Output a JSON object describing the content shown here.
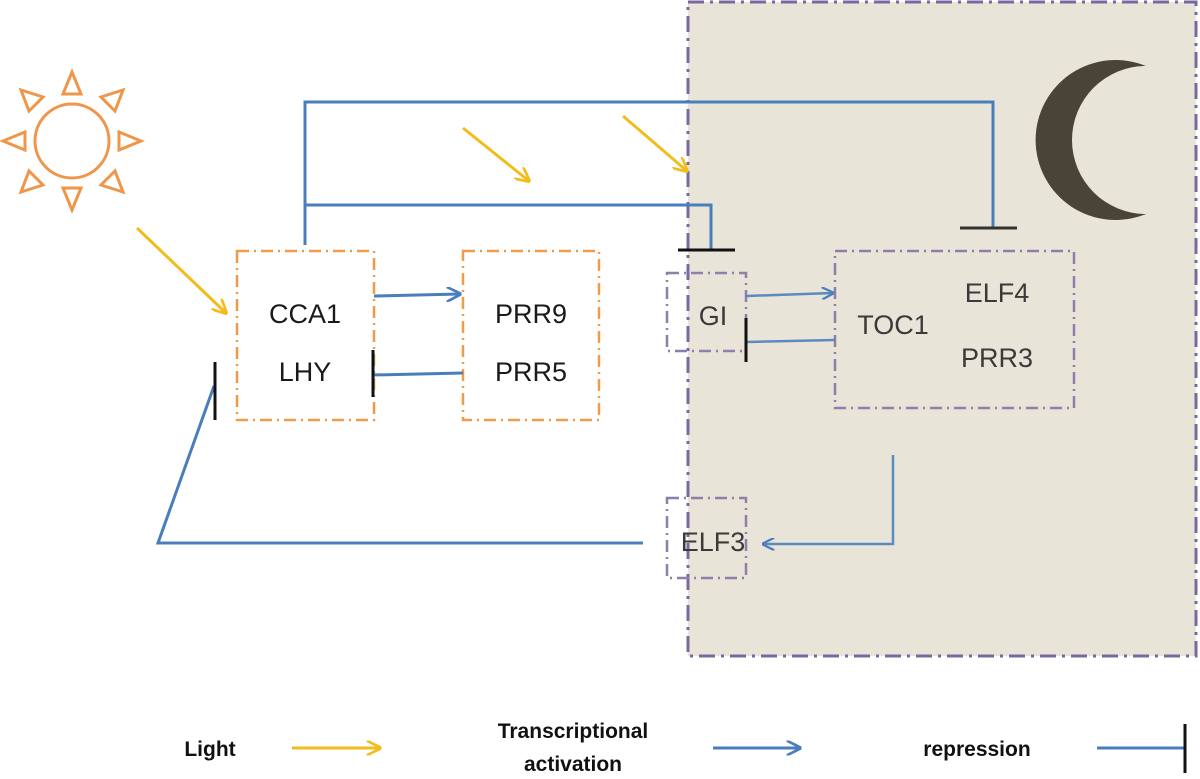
{
  "colors": {
    "light": "#F2BC1B",
    "activation": "#4A7EBB",
    "repression": "#4A7EBB",
    "repression_bar": "#111111",
    "night_panel": "#E9E4D8",
    "night_border": "#7A68A0",
    "day_box_border": "#F09A4A",
    "night_box_border": "#8E7FA8",
    "sun": "#F0964A",
    "moon": "#4A4436"
  },
  "nodes": {
    "cca1": "CCA1",
    "lhy": "LHY",
    "prr9": "PRR9",
    "prr5": "PRR5",
    "gi": "GI",
    "toc1": "TOC1",
    "elf4": "ELF4",
    "prr3": "PRR3",
    "elf3": "ELF3"
  },
  "legend": {
    "light": "Light",
    "activation_line1": "Transcriptional",
    "activation_line2": "activation",
    "repression": "repression"
  },
  "icons": {
    "sun": "sun-icon",
    "moon": "moon-icon"
  }
}
